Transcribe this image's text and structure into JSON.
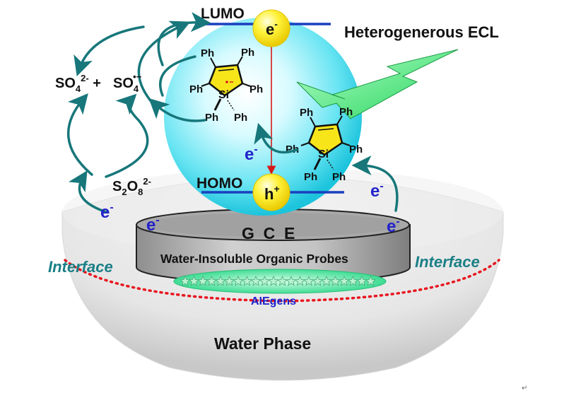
{
  "labels": {
    "lumo": "LUMO",
    "homo": "HOMO",
    "heterogeneous_ecl": "Heterogenerous ECL",
    "gce": "G  C  E",
    "probes": "Water-Insoluble Organic Probes",
    "aiegens": "AIEgens",
    "interface_left": "Interface",
    "interface_right": "Interface",
    "water_phase": "Water Phase",
    "so4_dianion": "SO",
    "so4_dianion_sub": "4",
    "so4_dianion_sup": "2-",
    "plus": " + ",
    "so4_radical": "SO",
    "so4_radical_sub": "4",
    "so4_radical_sup": "•−",
    "s2o8_s": "S",
    "s2o8_2": "2",
    "s2o8_o": "O",
    "s2o8_8": "8",
    "s2o8_sup": "2-",
    "electron": "e",
    "electron_sup": "-",
    "hole": "h",
    "hole_sup": "+",
    "si": "Si",
    "ph": "Ph",
    "return_mark": "↵"
  },
  "colors": {
    "teal_arrow": "#17777a",
    "electron_blue": "#2222cc",
    "interface_teal": "#1a7f86",
    "red_dots": "#e8141e",
    "orbital_line": "#1a3fbf",
    "lightning_green": "#33e36a"
  }
}
